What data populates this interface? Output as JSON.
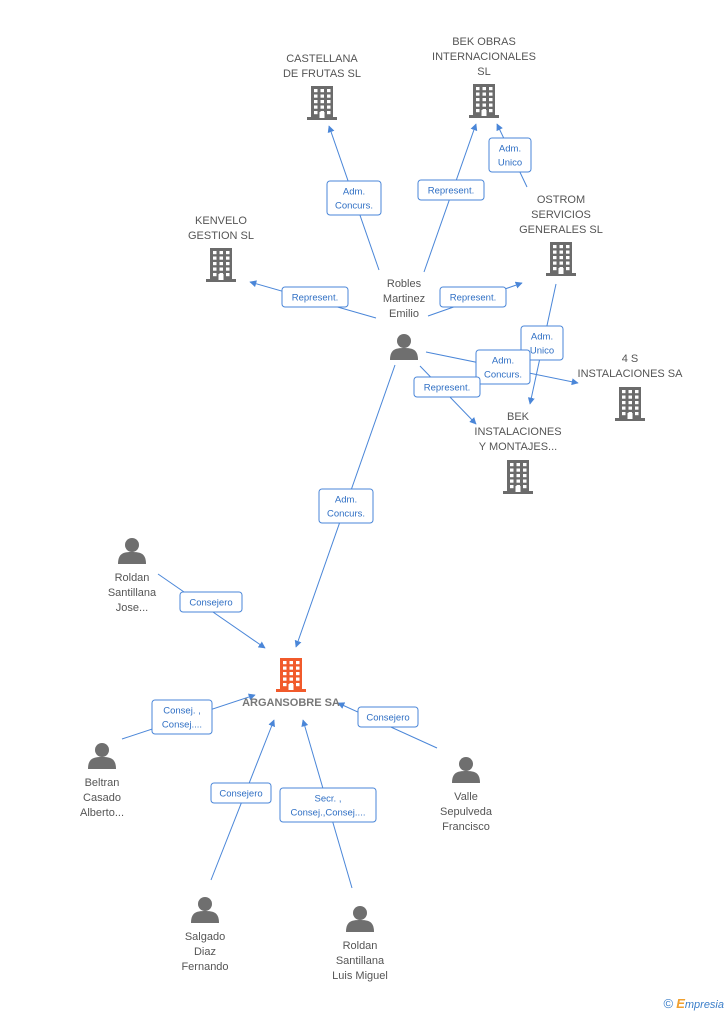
{
  "colors": {
    "building": "#6b6b6b",
    "center": "#f15a2b",
    "person": "#6f6f6f",
    "edge": "#4a86d8",
    "edge_text": "#2f6fc4"
  },
  "icons": {
    "company": "building-icon",
    "person": "person-icon"
  },
  "nodes": [
    {
      "id": "castellana",
      "type": "company",
      "label": [
        "CASTELLANA",
        "DE FRUTAS SL"
      ]
    },
    {
      "id": "bekobras",
      "type": "company",
      "label": [
        "BEK OBRAS",
        "INTERNACIONALES",
        "SL"
      ]
    },
    {
      "id": "kenvelo",
      "type": "company",
      "label": [
        "KENVELO",
        "GESTION SL"
      ]
    },
    {
      "id": "ostrom",
      "type": "company",
      "label": [
        "OSTROM",
        "SERVICIOS",
        "GENERALES SL"
      ]
    },
    {
      "id": "robles",
      "type": "person",
      "label": [
        "Robles",
        "Martinez",
        "Emilio"
      ]
    },
    {
      "id": "4s",
      "type": "company",
      "label": [
        "4 S",
        "INSTALACIONES SA"
      ]
    },
    {
      "id": "bekinst",
      "type": "company",
      "label": [
        "BEK",
        "INSTALACIONES",
        "Y MONTAJES..."
      ]
    },
    {
      "id": "roldanj",
      "type": "person",
      "label": [
        "Roldan",
        "Santillana",
        "Jose..."
      ]
    },
    {
      "id": "center",
      "type": "center",
      "label": [
        "ARGANSOBRE SA"
      ]
    },
    {
      "id": "beltran",
      "type": "person",
      "label": [
        "Beltran",
        "Casado",
        "Alberto..."
      ]
    },
    {
      "id": "valle",
      "type": "person",
      "label": [
        "Valle",
        "Sepulveda",
        "Francisco"
      ]
    },
    {
      "id": "salgado",
      "type": "person",
      "label": [
        "Salgado",
        "Diaz",
        "Fernando"
      ]
    },
    {
      "id": "roldanl",
      "type": "person",
      "label": [
        "Roldan",
        "Santillana",
        "Luis Miguel"
      ]
    }
  ],
  "edges": [
    {
      "id": "e1",
      "from": "robles",
      "to": "castellana",
      "label": [
        "Adm.",
        "Concurs."
      ]
    },
    {
      "id": "e2",
      "from": "robles",
      "to": "bekobras",
      "label": [
        "Represent."
      ]
    },
    {
      "id": "e3",
      "from": "ostrom",
      "to": "bekobras",
      "label": [
        "Adm.",
        "Unico"
      ]
    },
    {
      "id": "e4",
      "from": "robles",
      "to": "kenvelo",
      "label": [
        "Represent."
      ]
    },
    {
      "id": "e5",
      "from": "robles",
      "to": "ostrom",
      "label": [
        "Represent."
      ]
    },
    {
      "id": "e6",
      "from": "ostrom",
      "to": "bekinst",
      "label": [
        "Adm.",
        "Unico"
      ]
    },
    {
      "id": "e7",
      "from": "robles",
      "to": "4s",
      "label": [
        "Adm.",
        "Concurs."
      ]
    },
    {
      "id": "e8",
      "from": "robles",
      "to": "bekinst",
      "label": [
        "Represent."
      ]
    },
    {
      "id": "e9",
      "from": "robles",
      "to": "center",
      "label": [
        "Adm.",
        "Concurs."
      ]
    },
    {
      "id": "e10",
      "from": "roldanj",
      "to": "center",
      "label": [
        "Consejero"
      ]
    },
    {
      "id": "e11",
      "from": "beltran",
      "to": "center",
      "label": [
        "Consej. ,",
        "Consej...."
      ]
    },
    {
      "id": "e12",
      "from": "valle",
      "to": "center",
      "label": [
        "Consejero"
      ]
    },
    {
      "id": "e13",
      "from": "salgado",
      "to": "center",
      "label": [
        "Consejero"
      ]
    },
    {
      "id": "e14",
      "from": "roldanl",
      "to": "center",
      "label": [
        "Secr. ,",
        "Consej.,Consej...."
      ]
    }
  ],
  "brand": {
    "copyright": "©",
    "e": "E",
    "rest": "mpresia"
  }
}
